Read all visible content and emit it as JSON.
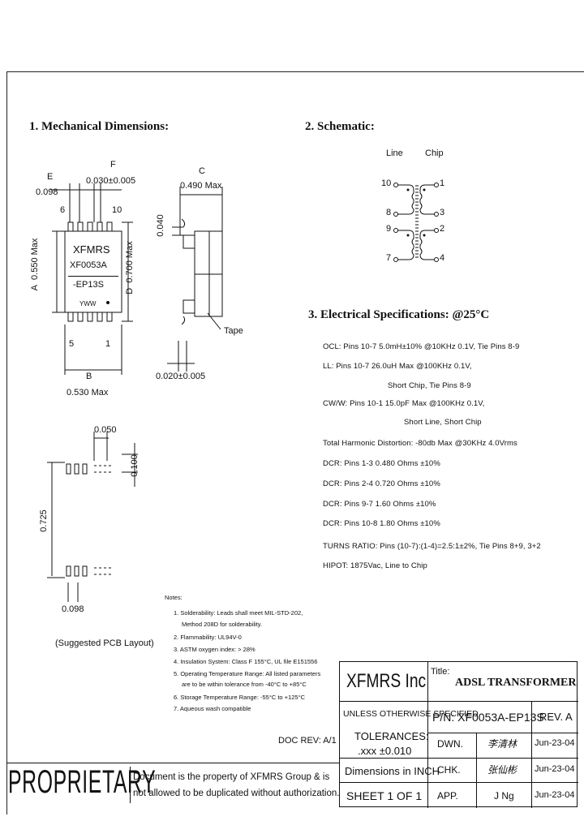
{
  "sections": {
    "mechanical": "1. Mechanical Dimensions:",
    "schematic": "2. Schematic:",
    "electrical": "3. Electrical Specifications: @25°C"
  },
  "mechanical": {
    "label_E": "E",
    "label_E_value": "0.098",
    "label_F": "F",
    "label_F_value": "0.030±0.005",
    "label_C": "C",
    "label_C_value": "0.490 Max",
    "pin6": "6",
    "pin10": "10",
    "pin5": "5",
    "pin1": "1",
    "marking1": "XFMRS",
    "marking2": "XF0053A",
    "marking3": "-EP13S",
    "marking4": "YWW",
    "label_A": "A",
    "label_A_value": "0.550 Max",
    "label_D": "D",
    "label_D_value": "0.700 Max",
    "label_0040": "0.040",
    "label_tape": "Tape",
    "label_0020": "0.020±0.005",
    "label_B": "B",
    "label_B_value": "0.530 Max",
    "pcb_050": "0.050",
    "pcb_100": "0.100",
    "pcb_725": "0.725",
    "pcb_098": "0.098",
    "pcb_caption": "(Suggested PCB Layout)"
  },
  "schematic": {
    "line": "Line",
    "chip": "Chip",
    "p10": "10",
    "p8": "8",
    "p9": "9",
    "p7": "7",
    "p1": "1",
    "p3": "3",
    "p2": "2",
    "p4": "4"
  },
  "specs": [
    "OCL: Pins 10-7 5.0mH±10% @10KHz 0.1V, Tie Pins 8-9",
    "LL: Pins 10-7 26.0uH Max @100KHz 0.1V,",
    "Short Chip, Tie Pins 8-9",
    "CW/W: Pins 10-1 15.0pF Max @100KHz 0.1V,",
    "Short Line, Short Chip",
    "Total Harmonic Distortion: -80db Max @30KHz 4.0Vrms",
    "DCR: Pins 1-3 0.480 Ohms ±10%",
    "DCR: Pins 2-4 0.720 Ohms ±10%",
    "DCR: Pins 9-7 1.60 Ohms ±10%",
    "DCR: Pins 10-8 1.80 Ohms ±10%",
    "TURNS RATIO: Pins (10-7):(1-4)=2.5:1±2%, Tie Pins 8+9, 3+2",
    "HIPOT: 1875Vac, Line to Chip"
  ],
  "notes": {
    "title": "Notes:",
    "items": [
      "1. Solderability: Leads shall meet MIL-STD-202,",
      "Method 208D for solderability.",
      "2. Flammability: UL94V-0",
      "3. ASTM oxygen index: > 28%",
      "4. Insulation System: Class F 155°C, UL file E151556",
      "5. Operating Temperature Range: All listed parameters",
      "are to be within tolerance from -40°C to +85°C",
      "6. Storage Temperature Range: -55°C to +125°C",
      "7. Aqueous wash compatible"
    ]
  },
  "doc_rev": "DOC REV: A/1",
  "title_block": {
    "company": "XFMRS Inc",
    "title_label": "Title:",
    "title": "ADSL TRANSFORMER",
    "unless": "UNLESS OTHERWISE SPECIFIED",
    "pn": "P/N: XF0053A-EP13S",
    "rev": "REV. A",
    "tolerances": "TOLERANCES:",
    "tol_value": ".xxx ±0.010",
    "dwn": "DWN.",
    "dwn_sig": "李清林",
    "dwn_date": "Jun-23-04",
    "dimensions": "Dimensions in INCH",
    "chk": "CHK.",
    "chk_sig": "张仙彬",
    "chk_date": "Jun-23-04",
    "sheet": "SHEET 1 OF 1",
    "app": "APP.",
    "app_sig": "J Ng",
    "app_date": "Jun-23-04"
  },
  "proprietary": {
    "word": "PROPRIETARY",
    "line1": "Document is the property of XFMRS Group & is",
    "line2": "not allowed to be duplicated without authorization."
  }
}
